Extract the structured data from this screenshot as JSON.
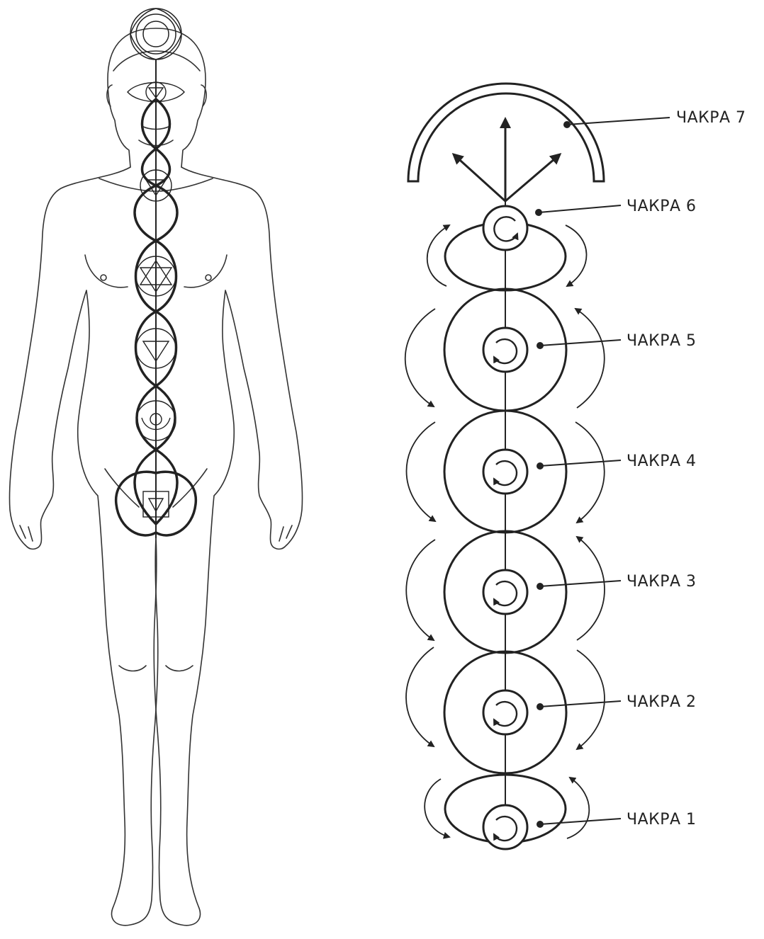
{
  "diagram": {
    "colors": {
      "ink": "#222222",
      "paper": "#ffffff"
    },
    "labels": [
      {
        "id": "chakra-7",
        "text": "ЧАКРА 7"
      },
      {
        "id": "chakra-6",
        "text": "ЧАКРА 6"
      },
      {
        "id": "chakra-5",
        "text": "ЧАКРА 5"
      },
      {
        "id": "chakra-4",
        "text": "ЧАКРА 4"
      },
      {
        "id": "chakra-3",
        "text": "ЧАКРА 3"
      },
      {
        "id": "chakra-2",
        "text": "ЧАКРА 2"
      },
      {
        "id": "chakra-1",
        "text": "ЧАКРА 1"
      }
    ]
  }
}
